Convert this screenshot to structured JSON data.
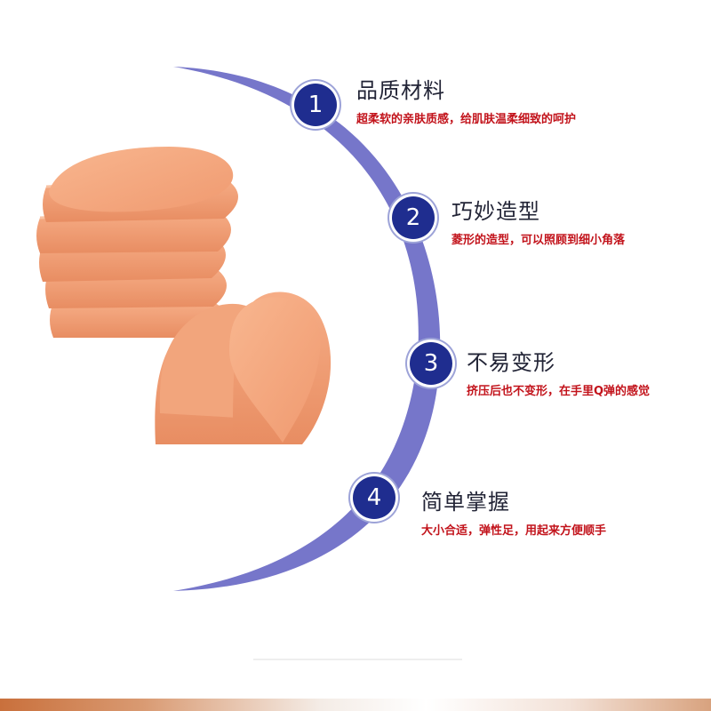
{
  "features": [
    {
      "number": "1",
      "title": "品质材料",
      "desc": "超柔软的亲肤质感，给肌肤温柔细致的呵护",
      "icon": "number-badge"
    },
    {
      "number": "2",
      "title": "巧妙造型",
      "desc": "菱形的造型，可以照顾到细小角落",
      "icon": "number-badge"
    },
    {
      "number": "3",
      "title": "不易变形",
      "desc": "挤压后也不变形，在手里Q弹的感觉",
      "icon": "number-badge"
    },
    {
      "number": "4",
      "title": "简单掌握",
      "desc": "大小合适，弹性足，用起来方便顺手",
      "icon": "number-badge"
    }
  ],
  "colors": {
    "arc": "#6f6fc7",
    "badge": "#1f2d8f",
    "title_text": "#222436",
    "desc_text": "#c2131b",
    "sponge": "#f4a47c"
  }
}
